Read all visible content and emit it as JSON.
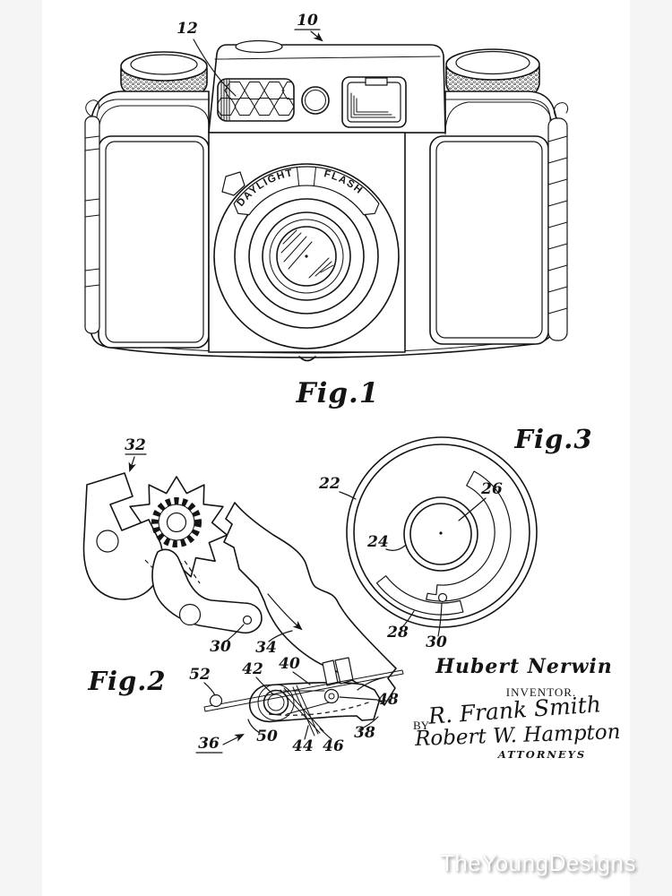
{
  "page": {
    "background_color": "#f5f5f6",
    "paper_color": "#ffffff",
    "line_color": "#141414"
  },
  "watermark": {
    "text": "TheYoungDesigns"
  },
  "figures": {
    "fig1": {
      "caption": "Fig.1",
      "dial_labels": {
        "left": "DAYLIGHT",
        "right": "FLASH"
      },
      "ref_labels": {
        "n10": "10",
        "n12": "12"
      }
    },
    "fig2": {
      "caption": "Fig.2",
      "ref_labels": {
        "n32": "32",
        "n30": "30",
        "n34": "34",
        "n36": "36",
        "n38": "38",
        "n40": "40",
        "n42": "42",
        "n44": "44",
        "n46": "46",
        "n48": "48",
        "n50": "50",
        "n52": "52"
      }
    },
    "fig3": {
      "caption": "Fig.3",
      "ref_labels": {
        "n22": "22",
        "n24": "24",
        "n26": "26",
        "n28": "28",
        "n30": "30"
      }
    }
  },
  "signature_block": {
    "inventor_name": "Hubert Nerwin",
    "inventor_title": "INVENTOR.",
    "by_label": "BY",
    "signature_1": "R. Frank Smith",
    "signature_2": "Robert W. Hampton",
    "attorneys_label": "ATTORNEYS"
  }
}
